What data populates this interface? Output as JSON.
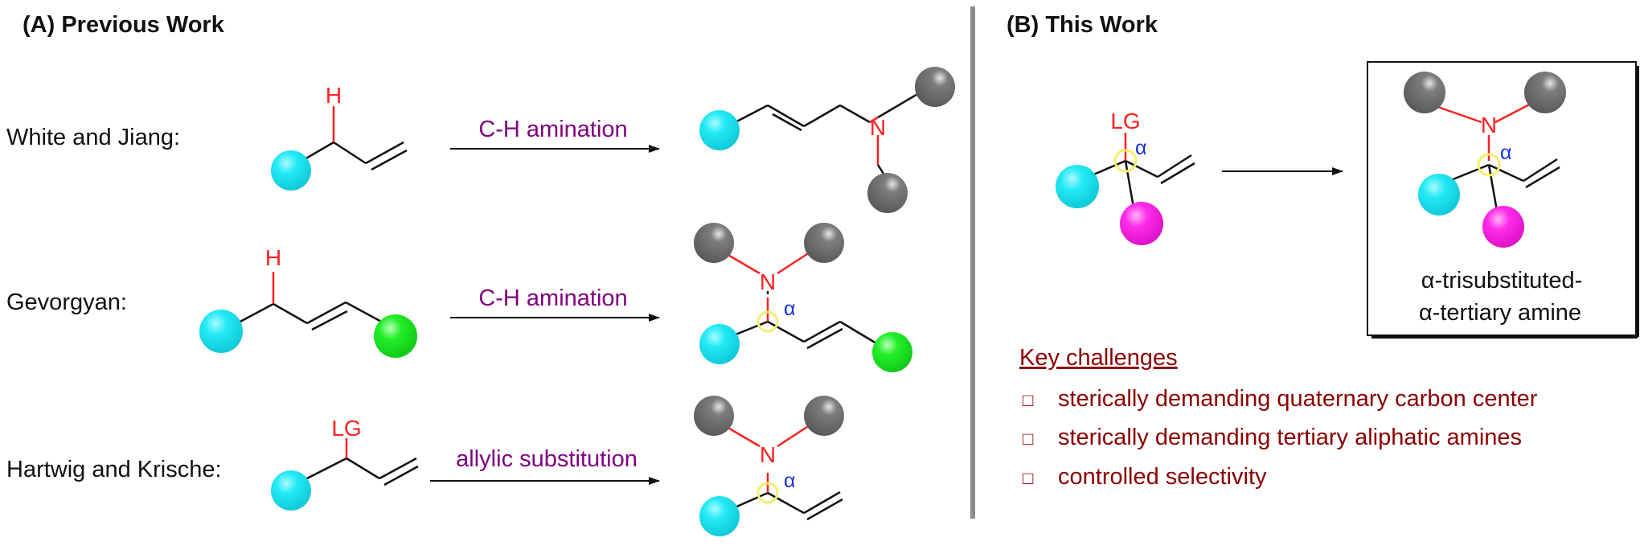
{
  "panel_a": {
    "title": "(A) Previous Work",
    "rows": [
      {
        "label": "White and Jiang:",
        "reagent_atom": "H",
        "arrow_label": "C-H amination",
        "product_atom": "N"
      },
      {
        "label": "Gevorgyan:",
        "reagent_atom": "H",
        "arrow_label": "C-H amination",
        "product_atom": "N",
        "alpha": "α"
      },
      {
        "label": "Hartwig and Krische:",
        "reagent_atom": "LG",
        "arrow_label": "allylic substitution",
        "product_atom": "N",
        "alpha": "α"
      }
    ]
  },
  "panel_b": {
    "title": "(B) This Work",
    "reagent_atom": "LG",
    "alpha": "α",
    "product_atom": "N",
    "product_alpha": "α",
    "product_caption_line1": "α-trisubstituted-",
    "product_caption_line2": "α-tertiary amine",
    "challenges_title": "Key challenges",
    "challenges": [
      "sterically demanding quaternary carbon center",
      "sterically demanding tertiary aliphatic amines",
      "controlled selectivity"
    ],
    "bullet": "□"
  },
  "colors": {
    "heteroatom": "#ff2020",
    "alpha": "#1d2fe0",
    "arrow_label": "#800080",
    "challenge": "#8b0000",
    "cyan": "#15e3ef",
    "magenta": "#ff1ee6",
    "green": "#18e61e",
    "gray": "#6f6f6f",
    "divider": "#8c8c8c",
    "alpha_ring": "#f5f06a"
  }
}
